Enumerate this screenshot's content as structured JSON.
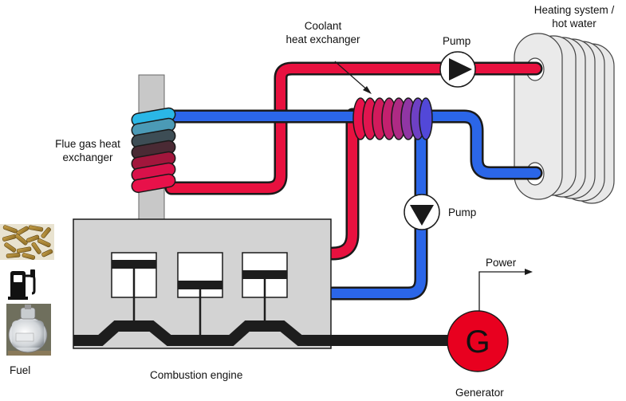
{
  "labels": {
    "heating": "Heating system /\nhot water",
    "coolant": "Coolant\nheat exchanger",
    "pump_top": "Pump",
    "pump_mid": "Pump",
    "flue": "Flue gas heat\nexchanger",
    "fuel": "Fuel",
    "engine": "Combustion engine",
    "power": "Power",
    "generator": "Generator",
    "generator_symbol": "G"
  },
  "colors": {
    "hot": "#e8113f",
    "cold": "#2b66e8",
    "engine": "#d3d3d3",
    "generator": "#e8001f",
    "dark": "#1d1d1d"
  }
}
